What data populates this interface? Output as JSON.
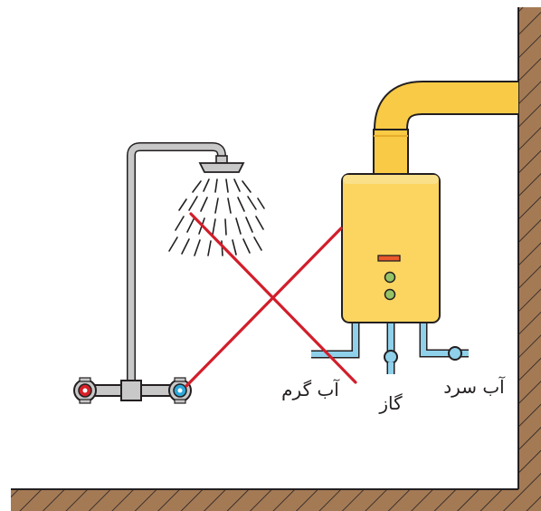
{
  "labels": {
    "hot_water": "آب گرم",
    "gas": "گاز",
    "cold_water": "آب سرد"
  },
  "colors": {
    "wall": "#a47a55",
    "wall_outline": "#231f20",
    "heater_body": "#fcd561",
    "heater_edge": "#f2b92f",
    "chimney": "#f9ca45",
    "indicator_light": "#95c467",
    "indicator_bar": "#e9572b",
    "water_pipe": "#8fd0ea",
    "shower_pipe": "#c8c8c8",
    "hot_valve": "#d62027",
    "cold_valve": "#2ea7d8",
    "cross_mark": "#d21e2b"
  },
  "icons": [
    "shower-head-icon",
    "hot-water-valve-icon",
    "cold-water-valve-icon",
    "water-heater-icon",
    "red-cross-icon"
  ]
}
